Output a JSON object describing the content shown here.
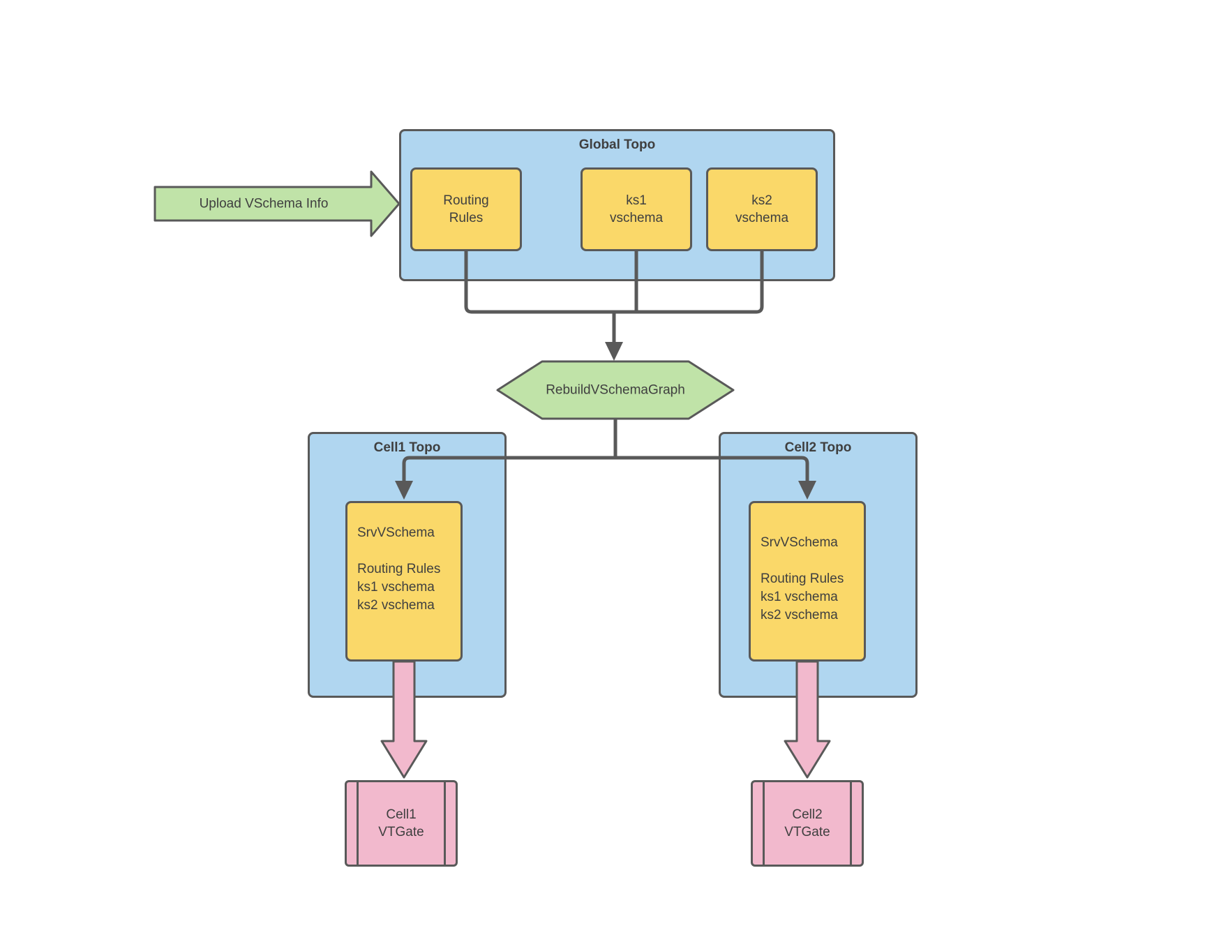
{
  "colors": {
    "box_blue": "#b0d6f0",
    "node_yellow": "#fad869",
    "accent_green": "#c0e3a8",
    "accent_pink": "#f2b9cd",
    "stroke_gray": "#595959",
    "text": "#3f3f3f"
  },
  "upload_arrow": {
    "label": "Upload VSchema Info"
  },
  "global_topo": {
    "title": "Global Topo",
    "nodes": [
      {
        "label": "Routing\nRules"
      },
      {
        "label": "ks1\nvschema"
      },
      {
        "label": "ks2\nvschema"
      }
    ]
  },
  "rebuild_step": {
    "label": "RebuildVSchemaGraph"
  },
  "cells": [
    {
      "title": "Cell1 Topo",
      "srv_vschema": "SrvVSchema\n\nRouting Rules\nks1 vschema\nks2 vschema",
      "vtgate": "Cell1\nVTGate"
    },
    {
      "title": "Cell2 Topo",
      "srv_vschema": "SrvVSchema\n\nRouting Rules\nks1 vschema\nks2 vschema",
      "vtgate": "Cell2\nVTGate"
    }
  ]
}
